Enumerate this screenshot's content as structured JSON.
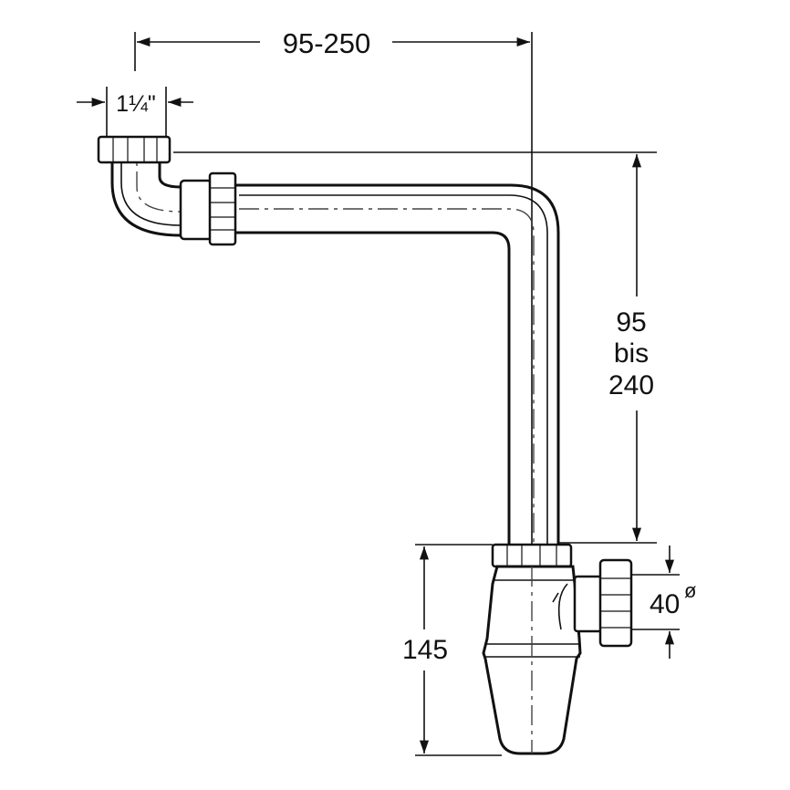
{
  "dimensions": {
    "width_range": "95-250",
    "inlet_size": "1¼\"",
    "height_line1": "95",
    "height_line2": "bis",
    "height_line3": "240",
    "trap_height": "145",
    "outlet_diameter": "40",
    "diameter_symbol": "ø"
  }
}
